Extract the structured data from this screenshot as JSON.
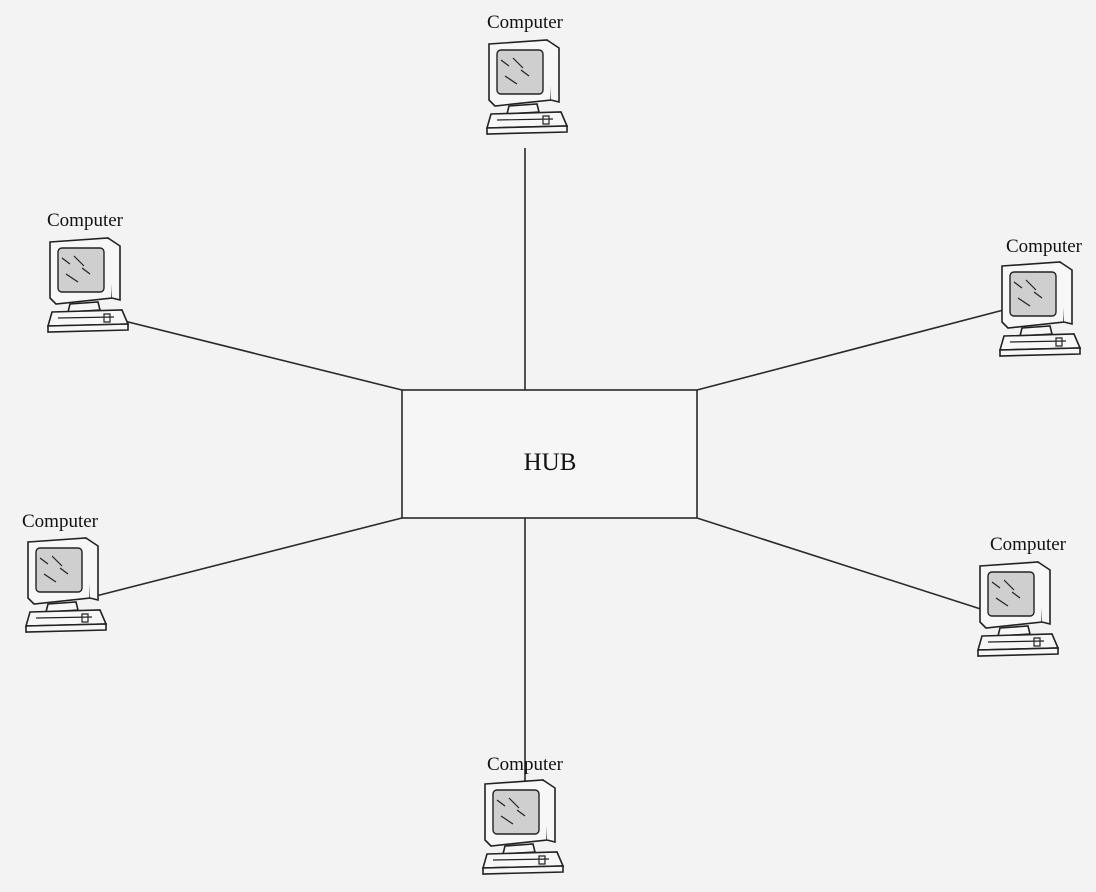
{
  "hub": {
    "label": "HUB"
  },
  "computers": [
    {
      "id": "top",
      "label": "Computer"
    },
    {
      "id": "upper-left",
      "label": "Computer"
    },
    {
      "id": "upper-right",
      "label": "Computer"
    },
    {
      "id": "lower-left",
      "label": "Computer"
    },
    {
      "id": "lower-right",
      "label": "Computer"
    },
    {
      "id": "bottom",
      "label": "Computer"
    }
  ],
  "colors": {
    "background": "#f3f3f4",
    "lines": "#2a2a2a"
  },
  "icons": {
    "computer": "desktop-computer-icon"
  }
}
